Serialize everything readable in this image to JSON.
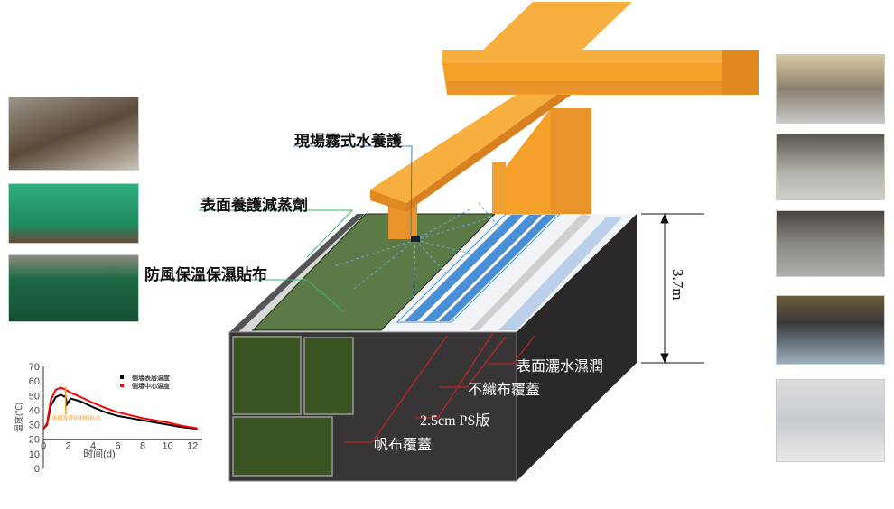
{
  "labels": {
    "mist": "現場霧式水養護",
    "evap": "表面養護減蒸劑",
    "cloth": "防風保溫保濕貼布",
    "spray": "表面灑水濕潤",
    "nonwoven": "不織布覆蓋",
    "ps": "2.5cm PS版",
    "canvas": "帆布覆蓋",
    "height": "3.7m"
  },
  "colors": {
    "beam": "#f5a02a",
    "green": "#5b7a48",
    "front": "#383536",
    "blue": "#4a8fd6"
  },
  "chart_data": {
    "type": "line",
    "xlabel": "时间(d)",
    "ylabel": "温度(℃)",
    "xlim": [
      0,
      12.5
    ],
    "ylim": [
      0,
      70
    ],
    "xticks": [
      0,
      2,
      4,
      6,
      8,
      10,
      12
    ],
    "yticks": [
      0,
      10,
      20,
      30,
      40,
      50,
      60,
      70
    ],
    "annotation": "拆模及养护材料贴合",
    "annotation_x": 1.8,
    "legend_position": "top-right",
    "series": [
      {
        "name": "侧墙表层温度",
        "color": "#000000",
        "x": [
          0,
          0.3,
          0.6,
          1.0,
          1.4,
          1.8,
          1.9,
          2.2,
          3,
          4,
          5,
          6,
          7,
          8,
          9,
          10,
          11,
          12,
          12.4
        ],
        "y": [
          27,
          30,
          43,
          49,
          50.5,
          49,
          44,
          48,
          46,
          42,
          38.5,
          36,
          34.5,
          33,
          31.5,
          30,
          28.5,
          27.5,
          27
        ]
      },
      {
        "name": "侧墙中心温度",
        "color": "#ff0000",
        "x": [
          0,
          0.3,
          0.6,
          1.0,
          1.4,
          1.8,
          2.2,
          3,
          4,
          5,
          6,
          7,
          8,
          9,
          10,
          11,
          12,
          12.4
        ],
        "y": [
          27,
          31,
          47,
          54,
          55.5,
          54,
          52,
          49,
          45,
          41.5,
          38.5,
          36.5,
          34.5,
          33,
          31.5,
          29.5,
          28,
          27.5
        ]
      }
    ]
  }
}
